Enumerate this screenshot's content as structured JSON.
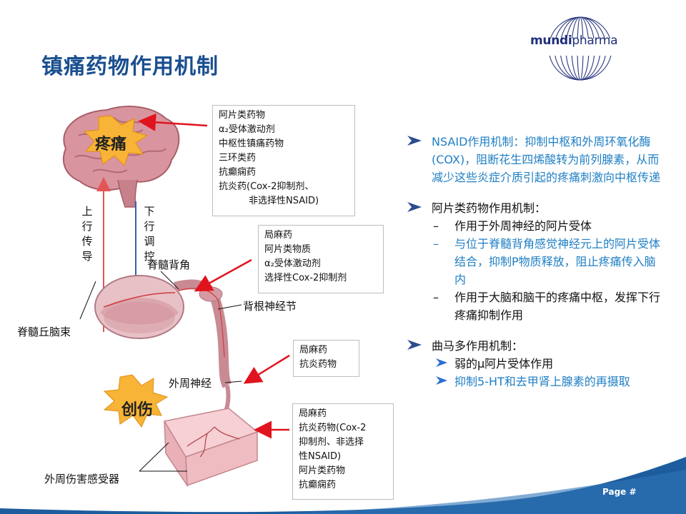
{
  "title": "镇痛药物作用机制",
  "logo": {
    "text_mundi": "mundi",
    "text_pharma": "pharma"
  },
  "diagram": {
    "pain_label": "疼痛",
    "injury_label": "创伤",
    "ascending_label": [
      "上",
      "行",
      "传",
      "导"
    ],
    "descending_label": [
      "下",
      "行",
      "调",
      "控"
    ],
    "dorsal_horn": "脊髓背角",
    "spinothalamic": "脊髓丘脑束",
    "drg": "背根神经节",
    "peripheral_nerve": "外周神经",
    "nociceptor": "外周伤害感受器",
    "box_brain": [
      "阿片类药物",
      "α₂受体激动剂",
      "中枢性镇痛药物",
      "三环类药",
      "抗癫痫药",
      "抗炎药(Cox-2抑制剂、",
      "非选择性NSAID)"
    ],
    "box_spinal": [
      "局麻药",
      "阿片类物质",
      "α₂受体激动剂",
      "选择性Cox-2抑制剂"
    ],
    "box_nerve": [
      "局麻药",
      "抗炎药物"
    ],
    "box_periph": [
      "局麻药",
      "抗炎药物(Cox-2",
      "抑制剂、非选择",
      "性NSAID)",
      "阿片类药物",
      "抗癫痫药"
    ]
  },
  "bullets": {
    "nsaid": "NSAID作用机制：抑制中枢和外周环氧化酶(COX)，阻断花生四烯酸转为前列腺素，从而减少这些炎症介质引起的疼痛刺激向中枢传递",
    "opioid_head": "阿片类药物作用机制：",
    "opioid_sub": [
      "作用于外周神经的阿片受体",
      "与位于脊髓背角感觉神经元上的阿片受体结合，抑制P物质释放，阻止疼痛传入脑内",
      "作用于大脑和脑干的疼痛中枢，发挥下行疼痛抑制作用"
    ],
    "tramadol_head": "曲马多作用机制：",
    "tramadol_sub": [
      "弱的μ阿片受体作用",
      "抑制5-HT和去甲肾上腺素的再摄取"
    ],
    "dash": "–"
  },
  "colors": {
    "title": "#1a4f8f",
    "accent_blue": "#1f7fc4",
    "arrow_red": "#e0141e",
    "footer": "#1d5d9e"
  },
  "page_label": "Page #"
}
